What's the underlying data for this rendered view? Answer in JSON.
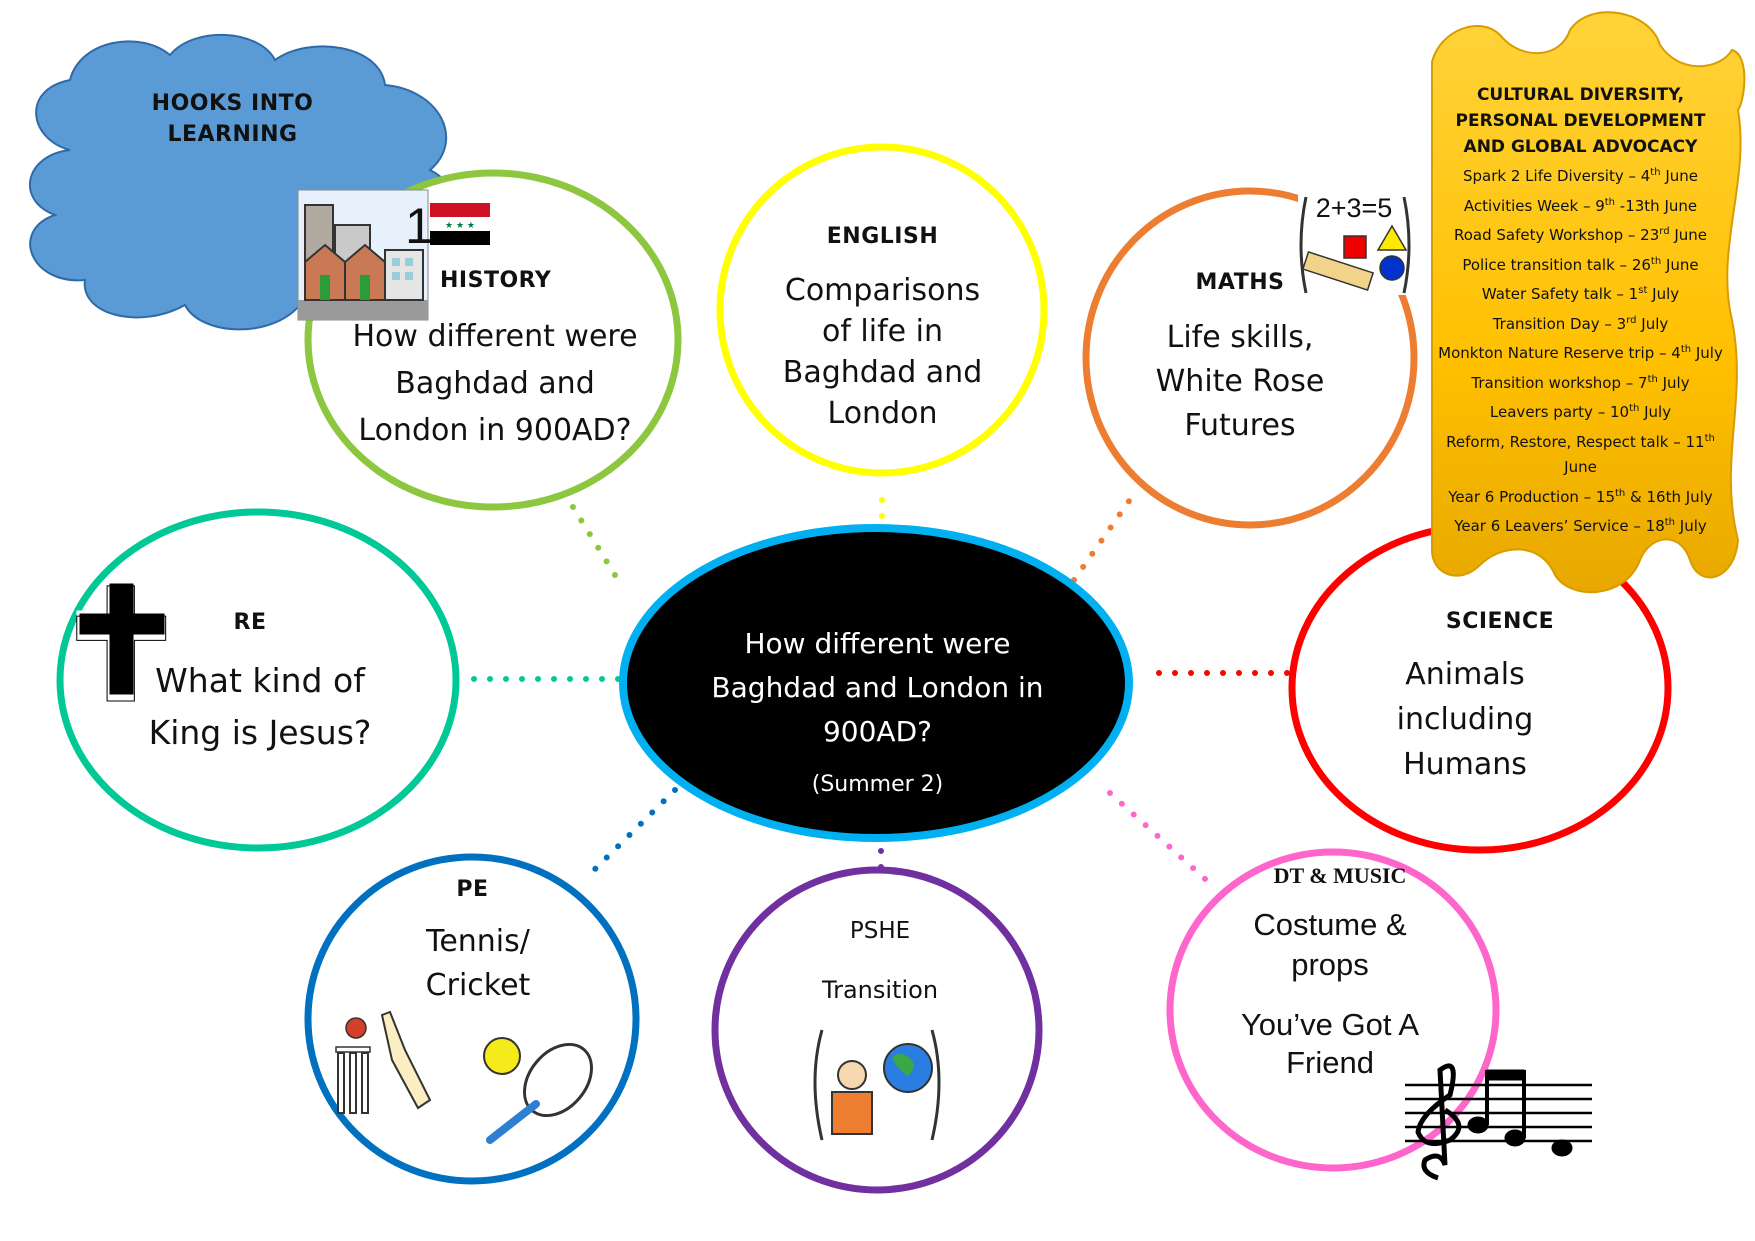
{
  "hooks": {
    "label": "HOOKS INTO LEARNING"
  },
  "center": {
    "title": "How different were Baghdad and London in 900AD?",
    "subtitle": "(Summer 2)"
  },
  "history": {
    "heading": "HISTORY",
    "text": "How different were Baghdad and London in 900AD?",
    "icon_number": "1"
  },
  "english": {
    "heading": "ENGLISH",
    "text": "Comparisons of life in Baghdad and London"
  },
  "maths": {
    "heading": "MATHS",
    "text": "Life skills, White Rose Futures",
    "icon_sum": "2+3=5"
  },
  "re": {
    "heading": "RE",
    "text": "What kind of King is Jesus?"
  },
  "science": {
    "heading": "SCIENCE",
    "text": "Animals including Humans"
  },
  "pe": {
    "heading": "PE",
    "text": "Tennis/ Cricket"
  },
  "pshe": {
    "heading": "PSHE",
    "text": "Transition"
  },
  "dt_music": {
    "heading": "DT & MUSIC",
    "text1": "Costume & props",
    "text2": "You’ve Got A Friend"
  },
  "banner": {
    "title": "CULTURAL DIVERSITY, PERSONAL DEVELOPMENT AND GLOBAL ADVOCACY",
    "events": [
      {
        "pre": "Spark 2 Life Diversity – 4",
        "sup": "th",
        "post": " June"
      },
      {
        "pre": "Activities Week – 9",
        "sup": "th",
        "post": " -13th June"
      },
      {
        "pre": "Road Safety Workshop – 23",
        "sup": "rd",
        "post": " June"
      },
      {
        "pre": "Police transition talk – 26",
        "sup": "th",
        "post": " June"
      },
      {
        "pre": "Water Safety talk – 1",
        "sup": "st",
        "post": " July"
      },
      {
        "pre": "Transition Day – 3",
        "sup": "rd",
        "post": " July"
      },
      {
        "pre": "Monkton Nature Reserve trip – 4",
        "sup": "th",
        "post": " July"
      },
      {
        "pre": "Transition workshop – 7",
        "sup": "th",
        "post": " July"
      },
      {
        "pre": "Leavers party – 10",
        "sup": "th",
        "post": " July"
      },
      {
        "pre": "Reform, Restore, Respect talk – 11",
        "sup": "th",
        "post": " June"
      },
      {
        "pre": "Year 6 Production – 15",
        "sup": "th",
        "post": " & 16th July"
      },
      {
        "pre": "Year 6 Leavers’ Service – 18",
        "sup": "th",
        "post": " July"
      }
    ]
  },
  "colors": {
    "history": "#8dc63f",
    "english": "#ffff00",
    "maths": "#ed7d31",
    "re": "#00c896",
    "science": "#ff0000",
    "pe": "#0070c0",
    "pshe": "#7030a0",
    "dt_music": "#ff66cc",
    "center_border": "#00b0f0",
    "cloud": "#5b9bd5",
    "banner": "#ffc000"
  }
}
